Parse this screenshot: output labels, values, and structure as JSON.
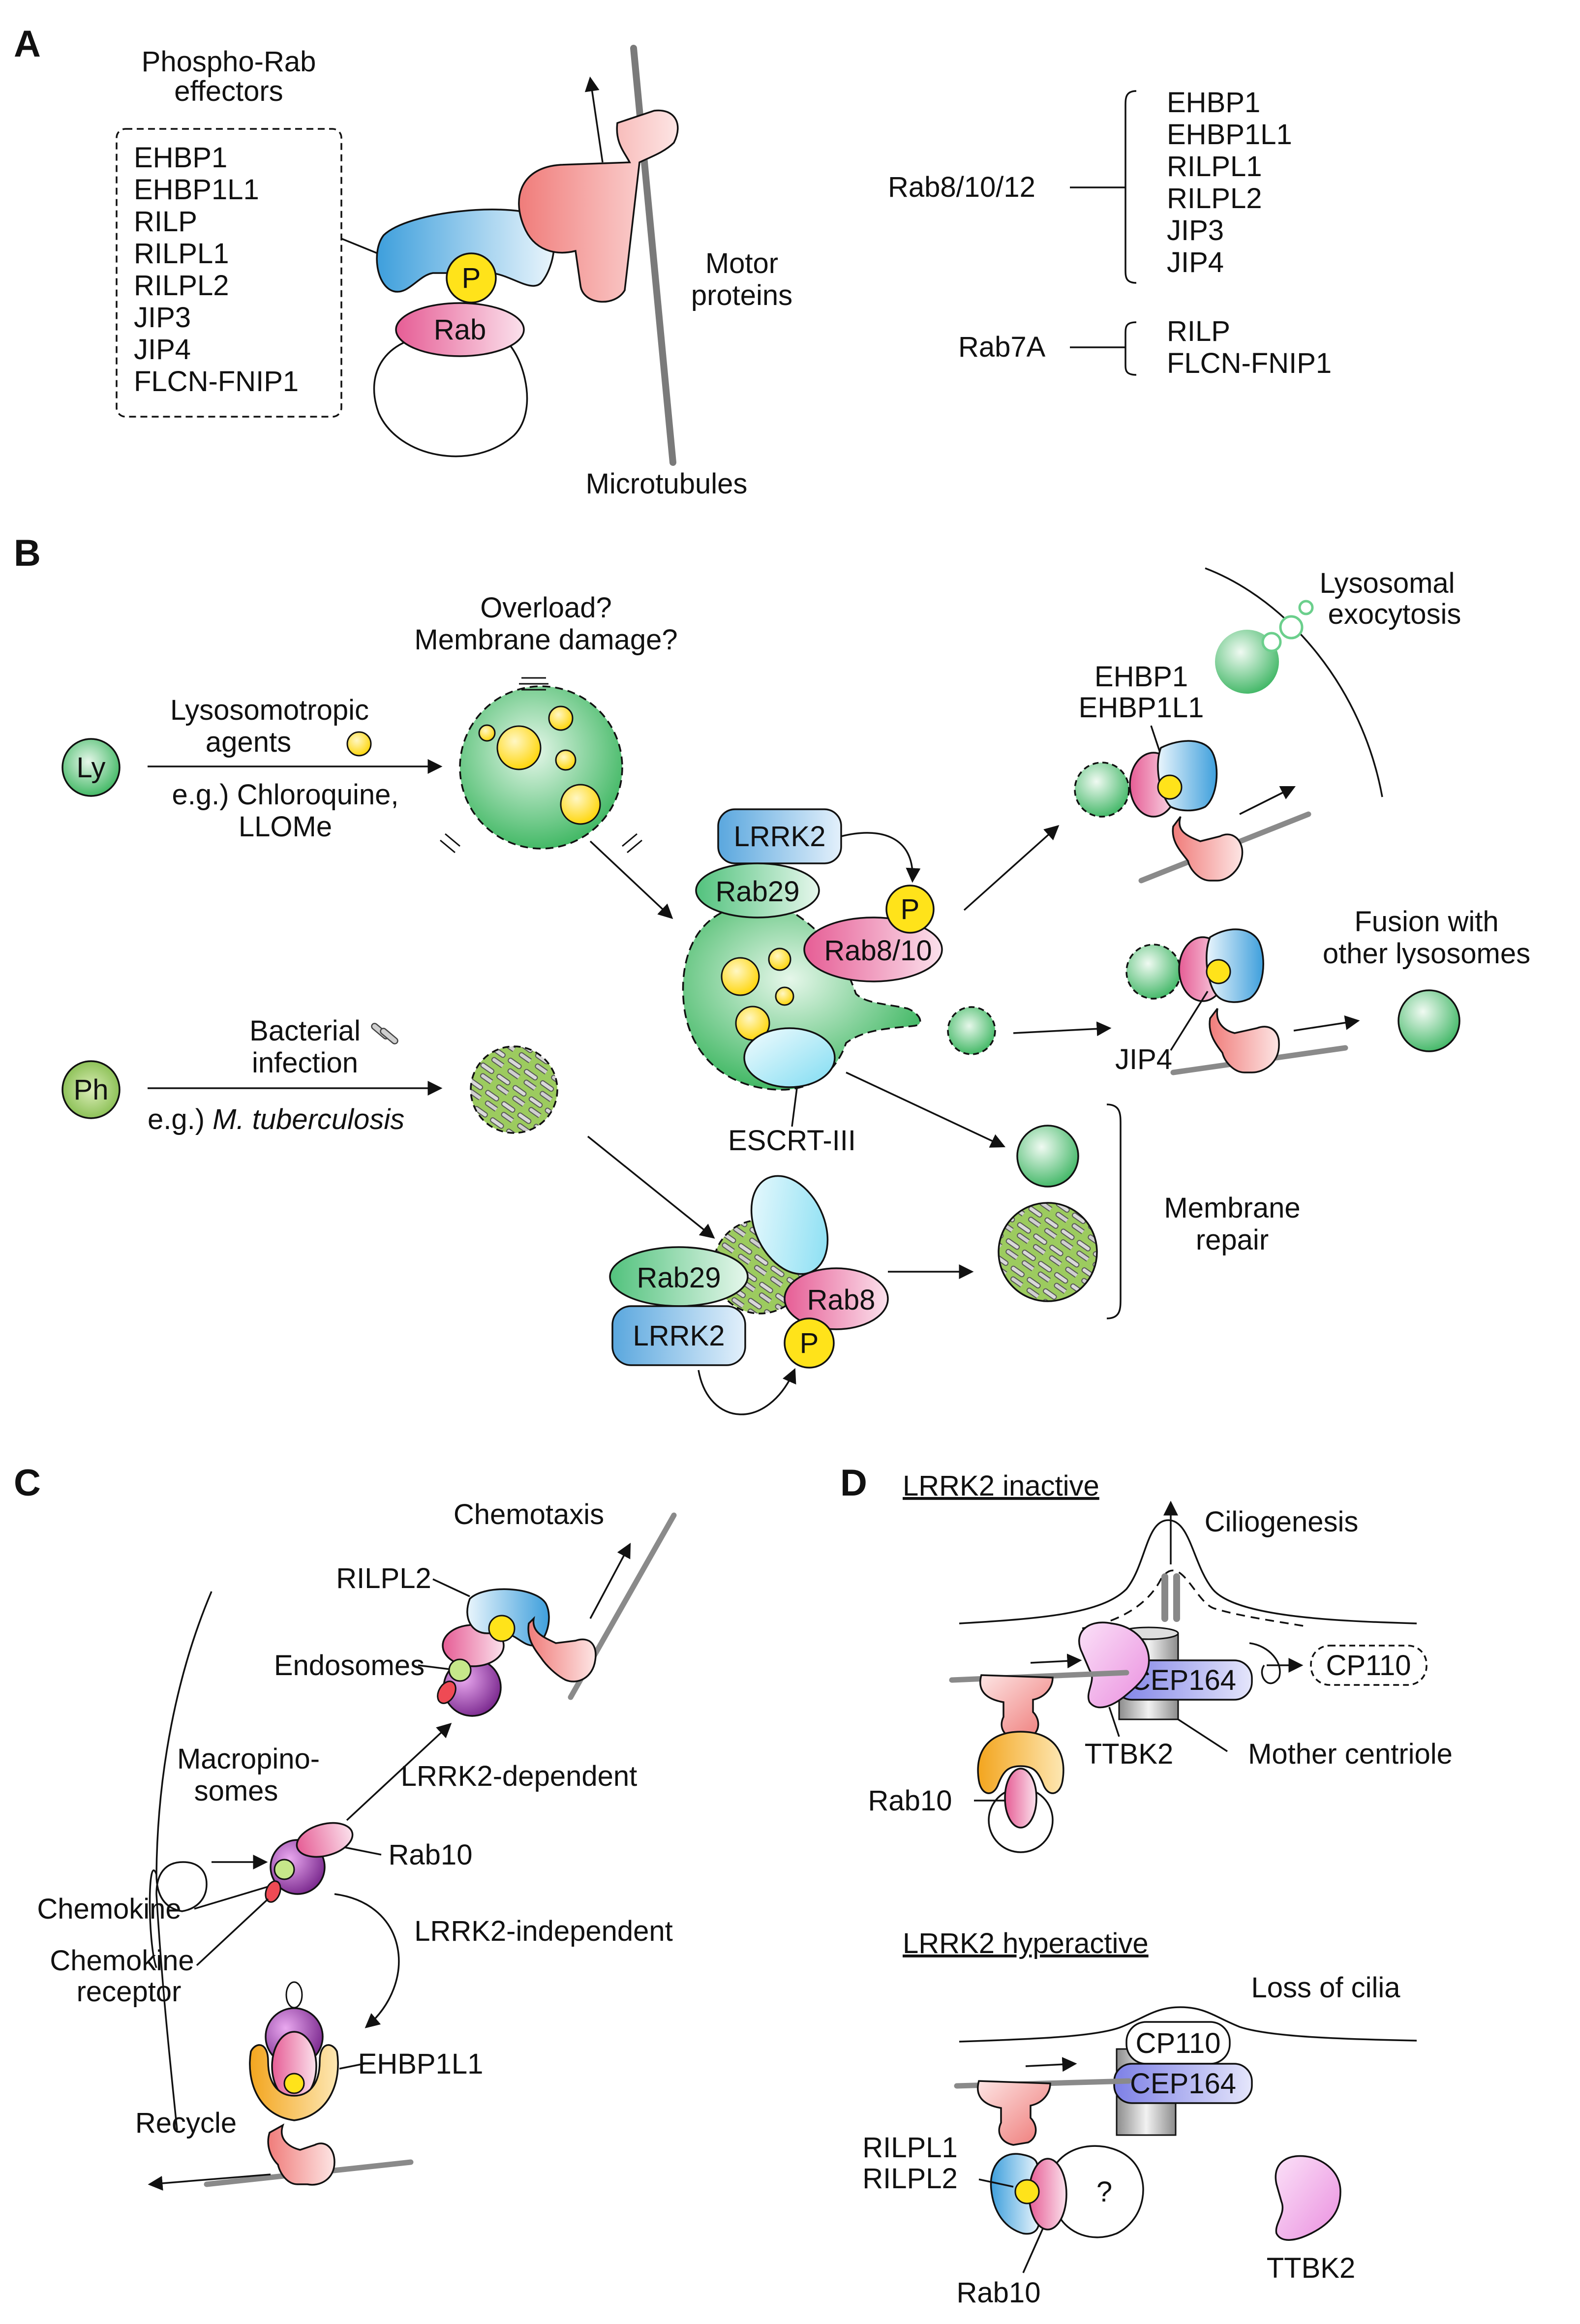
{
  "colors": {
    "pink": "#e8759f",
    "salmon": "#f08a86",
    "blue": "#5aaee0",
    "green": "#56c07a",
    "yellow": "#ffe31a",
    "lavender": "#8f93e8",
    "orange": "#f5b02a",
    "purple": "#7b2a8f"
  },
  "panelA": {
    "letter": "A",
    "effectors_title": [
      "Phospho-Rab",
      "effectors"
    ],
    "effectors": [
      "EHBP1",
      "EHBP1L1",
      "RILP",
      "RILPL1",
      "RILPL2",
      "JIP3",
      "JIP4",
      "FLCN-FNIP1"
    ],
    "p": "P",
    "rab": "Rab",
    "motor": [
      "Motor",
      "proteins"
    ],
    "microtubules": "Microtubules",
    "rab81012": "Rab8/10/12",
    "rab81012_list": [
      "EHBP1",
      "EHBP1L1",
      "RILPL1",
      "RILPL2",
      "JIP3",
      "JIP4"
    ],
    "rab7a": "Rab7A",
    "rab7a_list": [
      "RILP",
      "FLCN-FNIP1"
    ]
  },
  "panelB": {
    "letter": "B",
    "ly": "Ly",
    "ph": "Ph",
    "lyso_agents": [
      "Lysosomotropic",
      "agents"
    ],
    "eg_ly": [
      "e.g.) Chloroquine,",
      "LLOMe"
    ],
    "overload": [
      "Overload?",
      "Membrane damage?"
    ],
    "bact": [
      "Bacterial",
      "infection"
    ],
    "eg_ph_prefix": "e.g.) ",
    "eg_ph_species": "M. tuberculosis",
    "lrrk2": "LRRK2",
    "rab29": "Rab29",
    "p": "P",
    "rab810": "Rab8/10",
    "escrt": "ESCRT-III",
    "rab8": "Rab8",
    "ehbp": [
      "EHBP1",
      "EHBP1L1"
    ],
    "exo": [
      "Lysosomal",
      "exocytosis"
    ],
    "fusion": [
      "Fusion with",
      "other lysosomes"
    ],
    "jip4": "JIP4",
    "repair": [
      "Membrane",
      "repair"
    ]
  },
  "panelC": {
    "letter": "C",
    "chemotaxis": "Chemotaxis",
    "rilpl2": "RILPL2",
    "endosomes": "Endosomes",
    "macro": [
      "Macropino-",
      "somes"
    ],
    "lrrk2_dep": "LRRK2-dependent",
    "rab10": "Rab10",
    "chemokine": "Chemokine",
    "lrrk2_indep": "LRRK2-independent",
    "receptor": [
      "Chemokine",
      "receptor"
    ],
    "ehbp1l1": "EHBP1L1",
    "recycle": "Recycle"
  },
  "panelD": {
    "letter": "D",
    "inactive": "LRRK2 inactive",
    "ciliogenesis": "Ciliogenesis",
    "cp110": "CP110",
    "cep164": "CEP164",
    "mother": "Mother centriole",
    "ttbk2": "TTBK2",
    "rab10": "Rab10",
    "hyper": "LRRK2 hyperactive",
    "loss": "Loss of cilia",
    "rilpl": [
      "RILPL1",
      "RILPL2"
    ],
    "q": "?"
  }
}
